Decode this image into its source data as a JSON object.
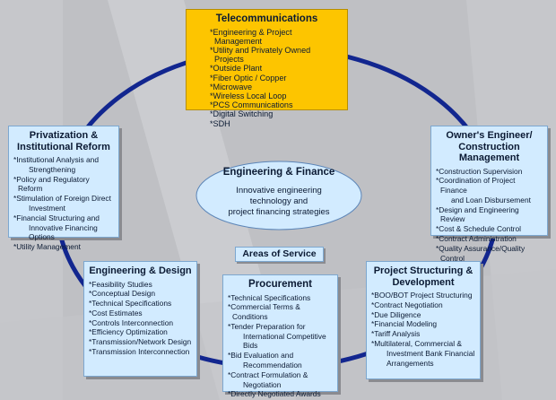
{
  "colors": {
    "background": "#bfc0c4",
    "box_fill": "#d2ebff",
    "highlight_fill": "#fdc500",
    "ring": "#12268f"
  },
  "center": {
    "title": "Engineering & Finance",
    "description_lines": [
      "Innovative engineering",
      "technology and",
      "project financing strategies"
    ]
  },
  "areas_label": "Areas of Service",
  "telecom": {
    "title": "Telecommunications",
    "items": [
      "*Engineering & Project Management",
      "*Utility and Privately Owned Projects",
      "*Outside Plant",
      "*Fiber Optic / Copper",
      "*Microwave",
      "*Wireless Local Loop",
      "*PCS Communications",
      "*Digital Switching",
      "*SDH"
    ]
  },
  "privatization": {
    "title_lines": [
      "Privatization &",
      "Institutional Reform"
    ],
    "items": [
      {
        "text": "*Institutional Analysis and",
        "cont": "Strengthening"
      },
      {
        "text": "*Policy and Regulatory Reform",
        "cont": ""
      },
      {
        "text": "*Stimulation of Foreign Direct",
        "cont": "Investment"
      },
      {
        "text": "*Financial Structuring and",
        "cont": "Innovative Financing Options"
      },
      {
        "text": "*Utility Management",
        "cont": ""
      }
    ]
  },
  "owners_engineer": {
    "title_lines": [
      "Owner's Engineer/",
      "Construction Management"
    ],
    "items": [
      {
        "text": "*Construction Supervision",
        "cont": ""
      },
      {
        "text": "*Coordination of Project Finance",
        "cont": "and Loan Disbursement"
      },
      {
        "text": "*Design and Engineering Review",
        "cont": ""
      },
      {
        "text": "*Cost & Schedule Control",
        "cont": ""
      },
      {
        "text": "*Contract Administration",
        "cont": ""
      },
      {
        "text": "*Quality Assurance/Quality Control",
        "cont": ""
      }
    ]
  },
  "engineering_design": {
    "title": "Engineering & Design",
    "items": [
      "*Feasibility Studies",
      "*Conceptual Design",
      "*Technical Specifications",
      "*Cost Estimates",
      "*Controls Interconnection",
      "*Efficiency Optimization",
      "*Transmission/Network Design",
      "*Transmission Interconnection"
    ]
  },
  "procurement": {
    "title": "Procurement",
    "items": [
      {
        "text": "*Technical Specifications",
        "cont": ""
      },
      {
        "text": "*Commercial Terms & Conditions",
        "cont": ""
      },
      {
        "text": "*Tender Preparation for",
        "cont": "International Competitive Bids"
      },
      {
        "text": "*Bid Evaluation and",
        "cont": "Recommendation"
      },
      {
        "text": "*Contract Formulation &",
        "cont": "Negotiation"
      },
      {
        "text": "*Directly Negotiated Awards",
        "cont": ""
      }
    ]
  },
  "project_structuring": {
    "title_lines": [
      "Project Structuring &",
      "Development"
    ],
    "items": [
      {
        "text": "*BOO/BOT Project Structuring",
        "cont": ""
      },
      {
        "text": "*Contract Negotiation",
        "cont": ""
      },
      {
        "text": "*Due Diligence",
        "cont": ""
      },
      {
        "text": "*Financial Modeling",
        "cont": ""
      },
      {
        "text": "*Tariff Analysis",
        "cont": ""
      },
      {
        "text": "*Multilateral, Commercial &",
        "cont": "Investment Bank Financial Arrangements"
      }
    ]
  }
}
